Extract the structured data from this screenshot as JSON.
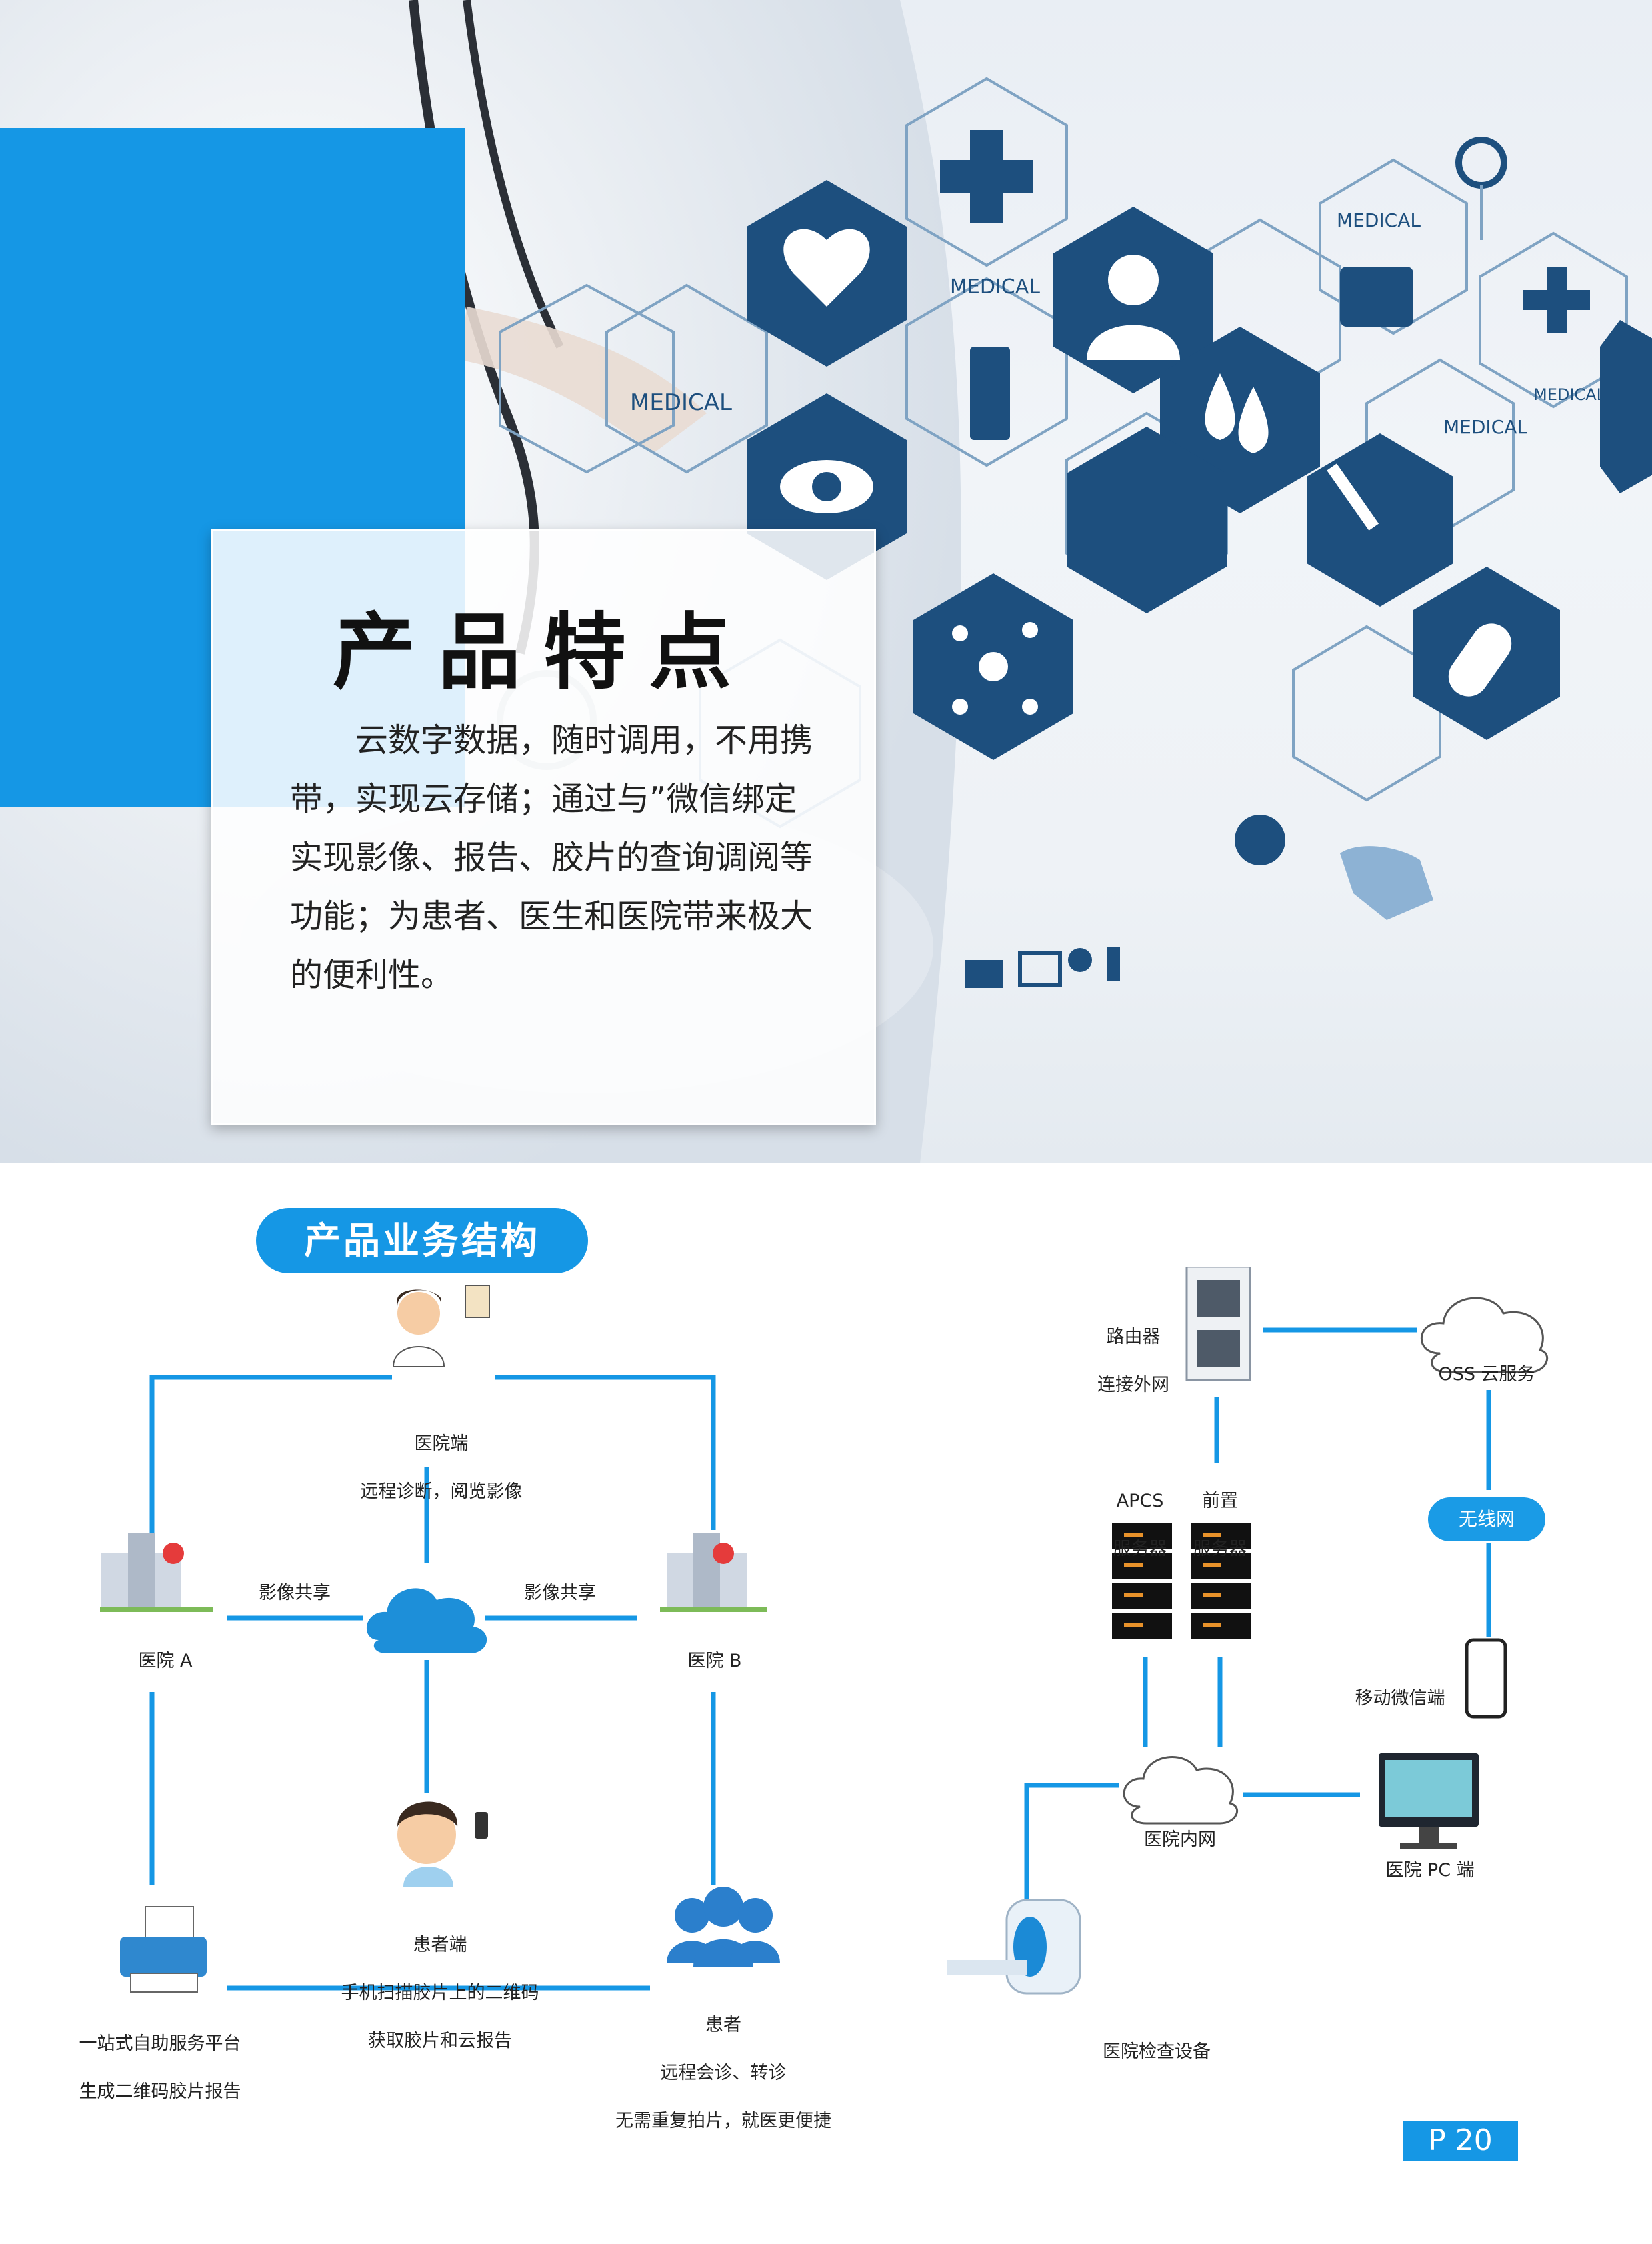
{
  "hero": {
    "medical_labels": [
      "MEDICAL",
      "MEDICAL",
      "MEDICAL",
      "MEDICAL",
      "MEDICAL"
    ],
    "title": "产品特点",
    "description": "云数字数据，随时调用，不用携带，实现云存储；通过与”微信绑定实现影像、报告、胶片的查询调阅等功能；为患者、医生和医院带来极大的便利性。"
  },
  "section_title": "产品业务结构",
  "left_diagram": {
    "hospital_end": {
      "title": "医院端",
      "desc": "远程诊断，阅览影像"
    },
    "share_left": "影像共享",
    "share_right": "影像共享",
    "hospital_a": "医院 A",
    "hospital_b": "医院 B",
    "patient_end": {
      "title": "患者端",
      "line1": "手机扫描胶片上的二维码",
      "line2": "获取胶片和云报告"
    },
    "kiosk": {
      "line1": "一站式自助服务平台",
      "line2": "生成二维码胶片报告"
    },
    "patients": {
      "title": "患者",
      "line1": "远程会诊、转诊",
      "line2": "无需重复拍片，就医更便捷"
    }
  },
  "right_diagram": {
    "router": {
      "line1": "路由器",
      "line2": "连接外网"
    },
    "oss": "OSS 云服务",
    "apcs": {
      "line1": "APCS",
      "line2": "服务器"
    },
    "front": {
      "line1": "前置",
      "line2": "服务器"
    },
    "wireless": "无线网",
    "mobile": "移动微信端",
    "intranet": "医院内网",
    "pc": "医院 PC 端",
    "device": "医院检查设备"
  },
  "page_number": "P 20",
  "colors": {
    "accent": "#1597e5",
    "hex_dark": "#1d4f7e",
    "hex_outline": "#7fa3c3"
  }
}
